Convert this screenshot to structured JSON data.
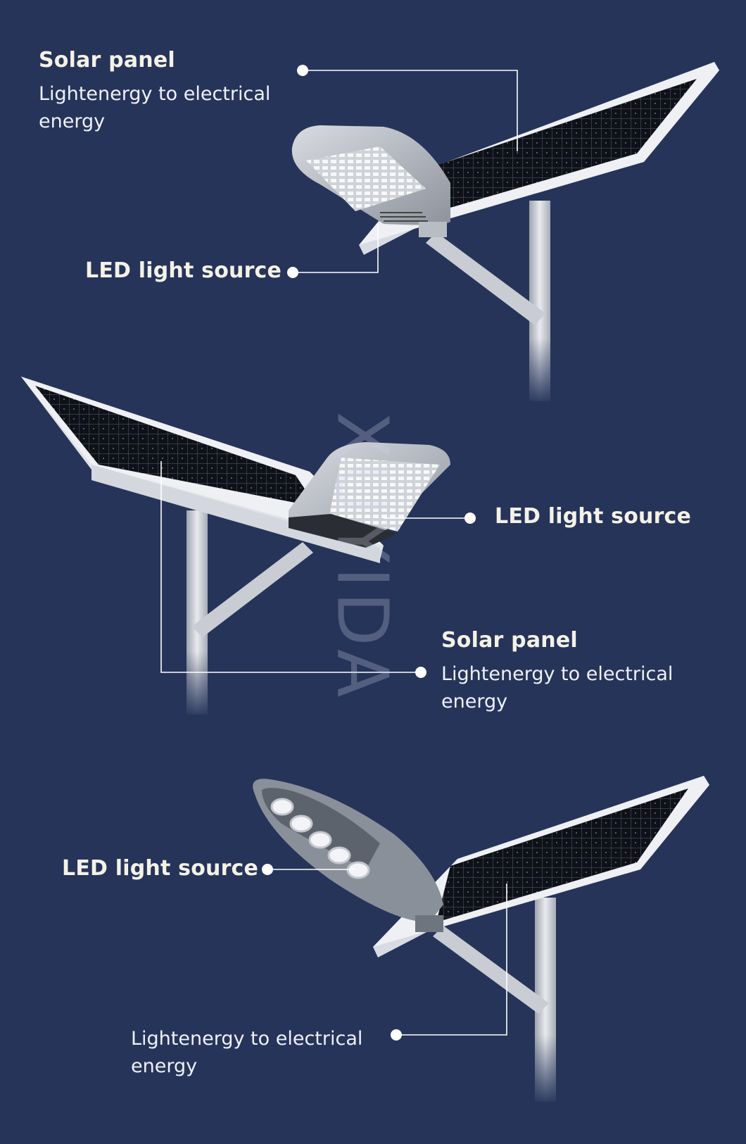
{
  "watermark": "XUYIDA",
  "section1": {
    "solar_title": "Solar panel",
    "solar_desc_line1": "Lightenergy to electrical",
    "solar_desc_line2": "energy",
    "led_label": "LED light source"
  },
  "section2": {
    "led_label": "LED light source",
    "solar_title": "Solar panel",
    "solar_desc_line1": "Lightenergy to electrical",
    "solar_desc_line2": "energy"
  },
  "section3": {
    "led_label": "LED light source",
    "solar_desc_line1": "Lightenergy to electrical",
    "solar_desc_line2": "energy"
  },
  "colors": {
    "background": "#26345a",
    "title_text": "#f4f1e6",
    "callout_line": "#ffffff"
  }
}
